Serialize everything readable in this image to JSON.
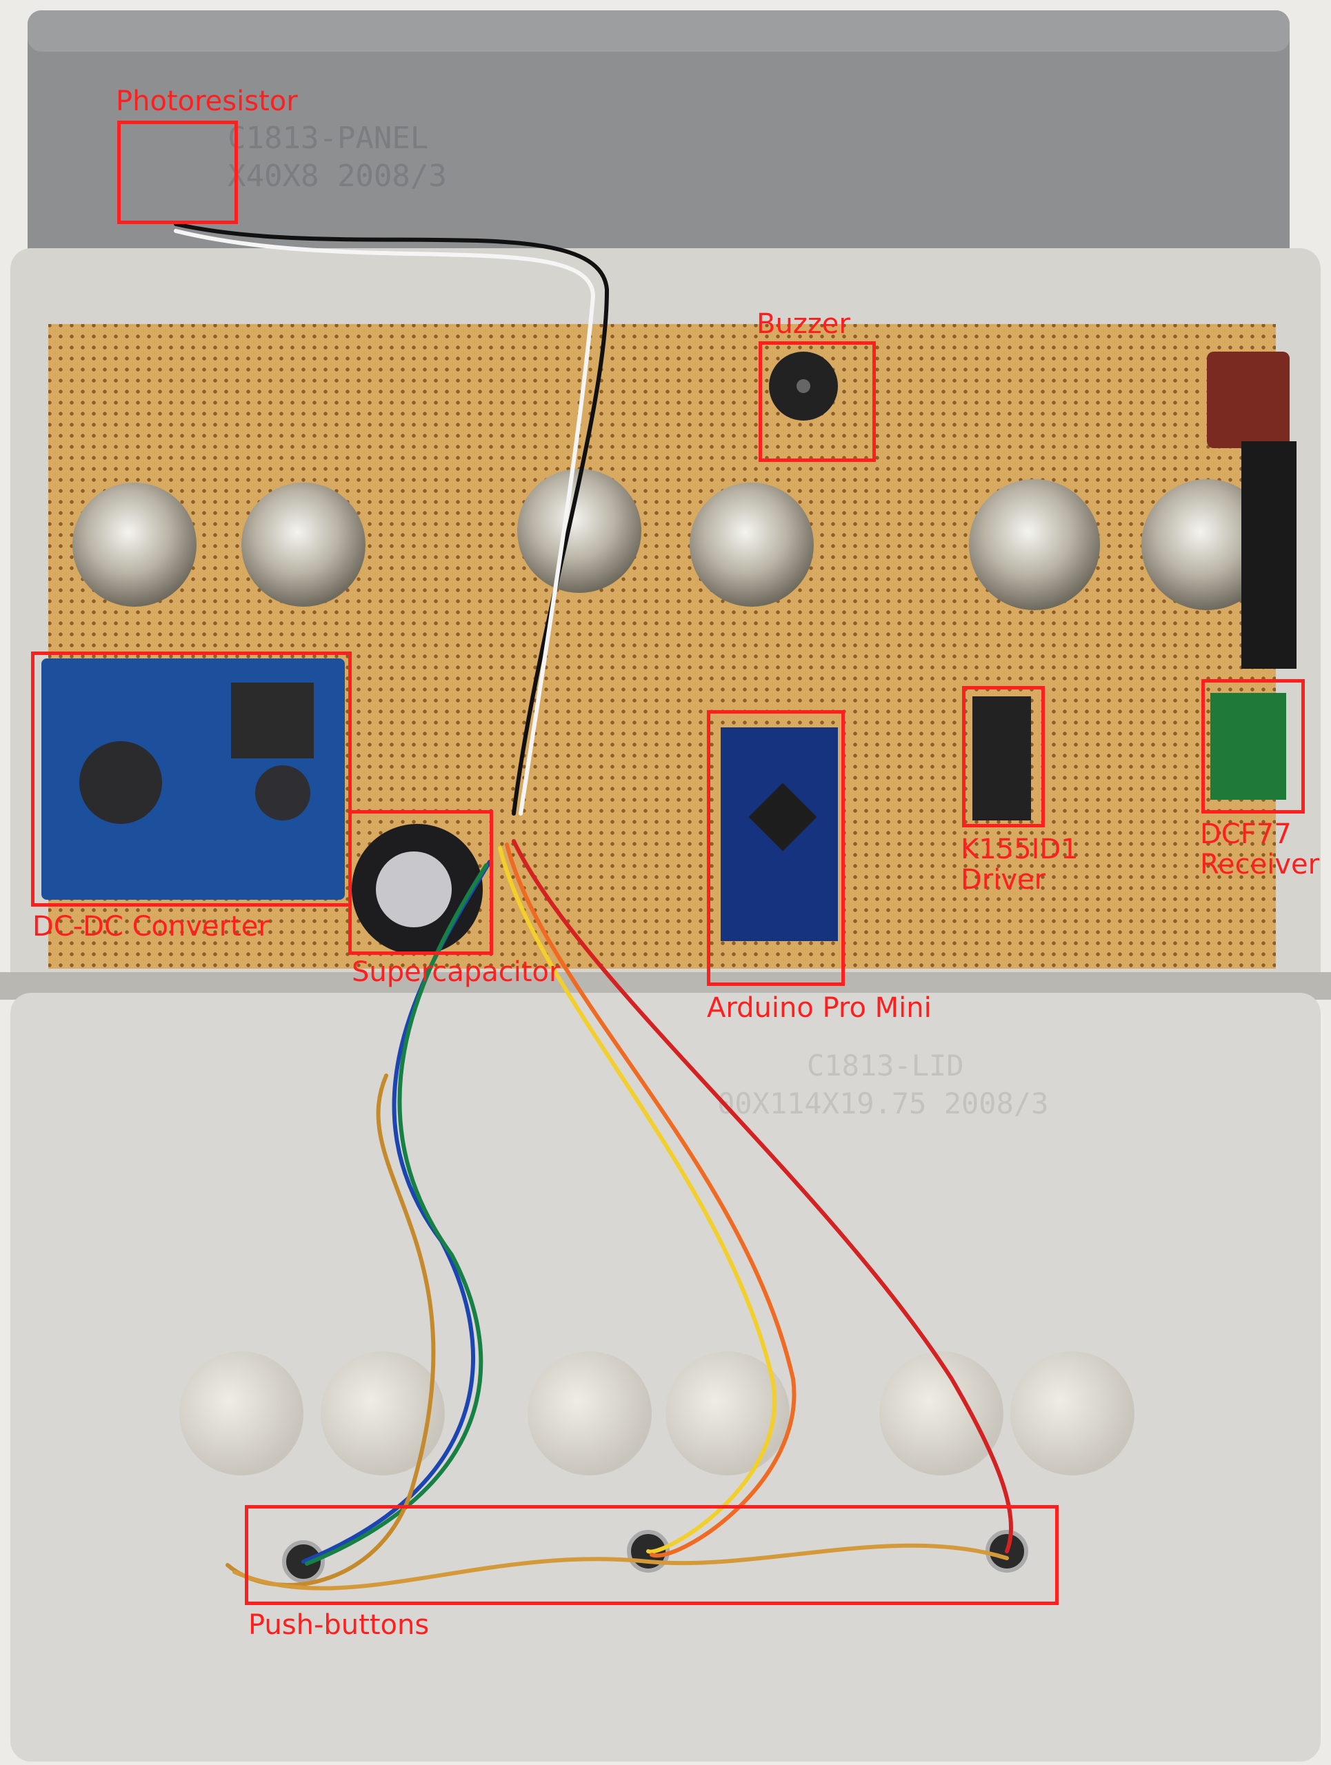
{
  "colors": {
    "annotation": "#ff1f1f",
    "enclosure": "#d6d4cf",
    "panel": "#8d8f91",
    "stripboard": "#d8a960",
    "module_blue": "#1c4f9c"
  },
  "molded_text": {
    "panel": "C1813-PANEL",
    "panel_dims": "X40X8 2008/3",
    "lid": "C1813-LID",
    "lid_dims": "00X114X19.75 2008/3"
  },
  "annotations": [
    {
      "id": "photoresistor",
      "label": "Photoresistor"
    },
    {
      "id": "buzzer",
      "label": "Buzzer"
    },
    {
      "id": "dcdc",
      "label": "DC-DC Converter"
    },
    {
      "id": "supercap",
      "label": "Supercapacitor"
    },
    {
      "id": "arduino",
      "label": "Arduino Pro Mini"
    },
    {
      "id": "k155",
      "label": "K155ID1 Driver"
    },
    {
      "id": "dcf77",
      "label": "DCF77 Receiver"
    },
    {
      "id": "buttons",
      "label": "Push-buttons"
    }
  ]
}
